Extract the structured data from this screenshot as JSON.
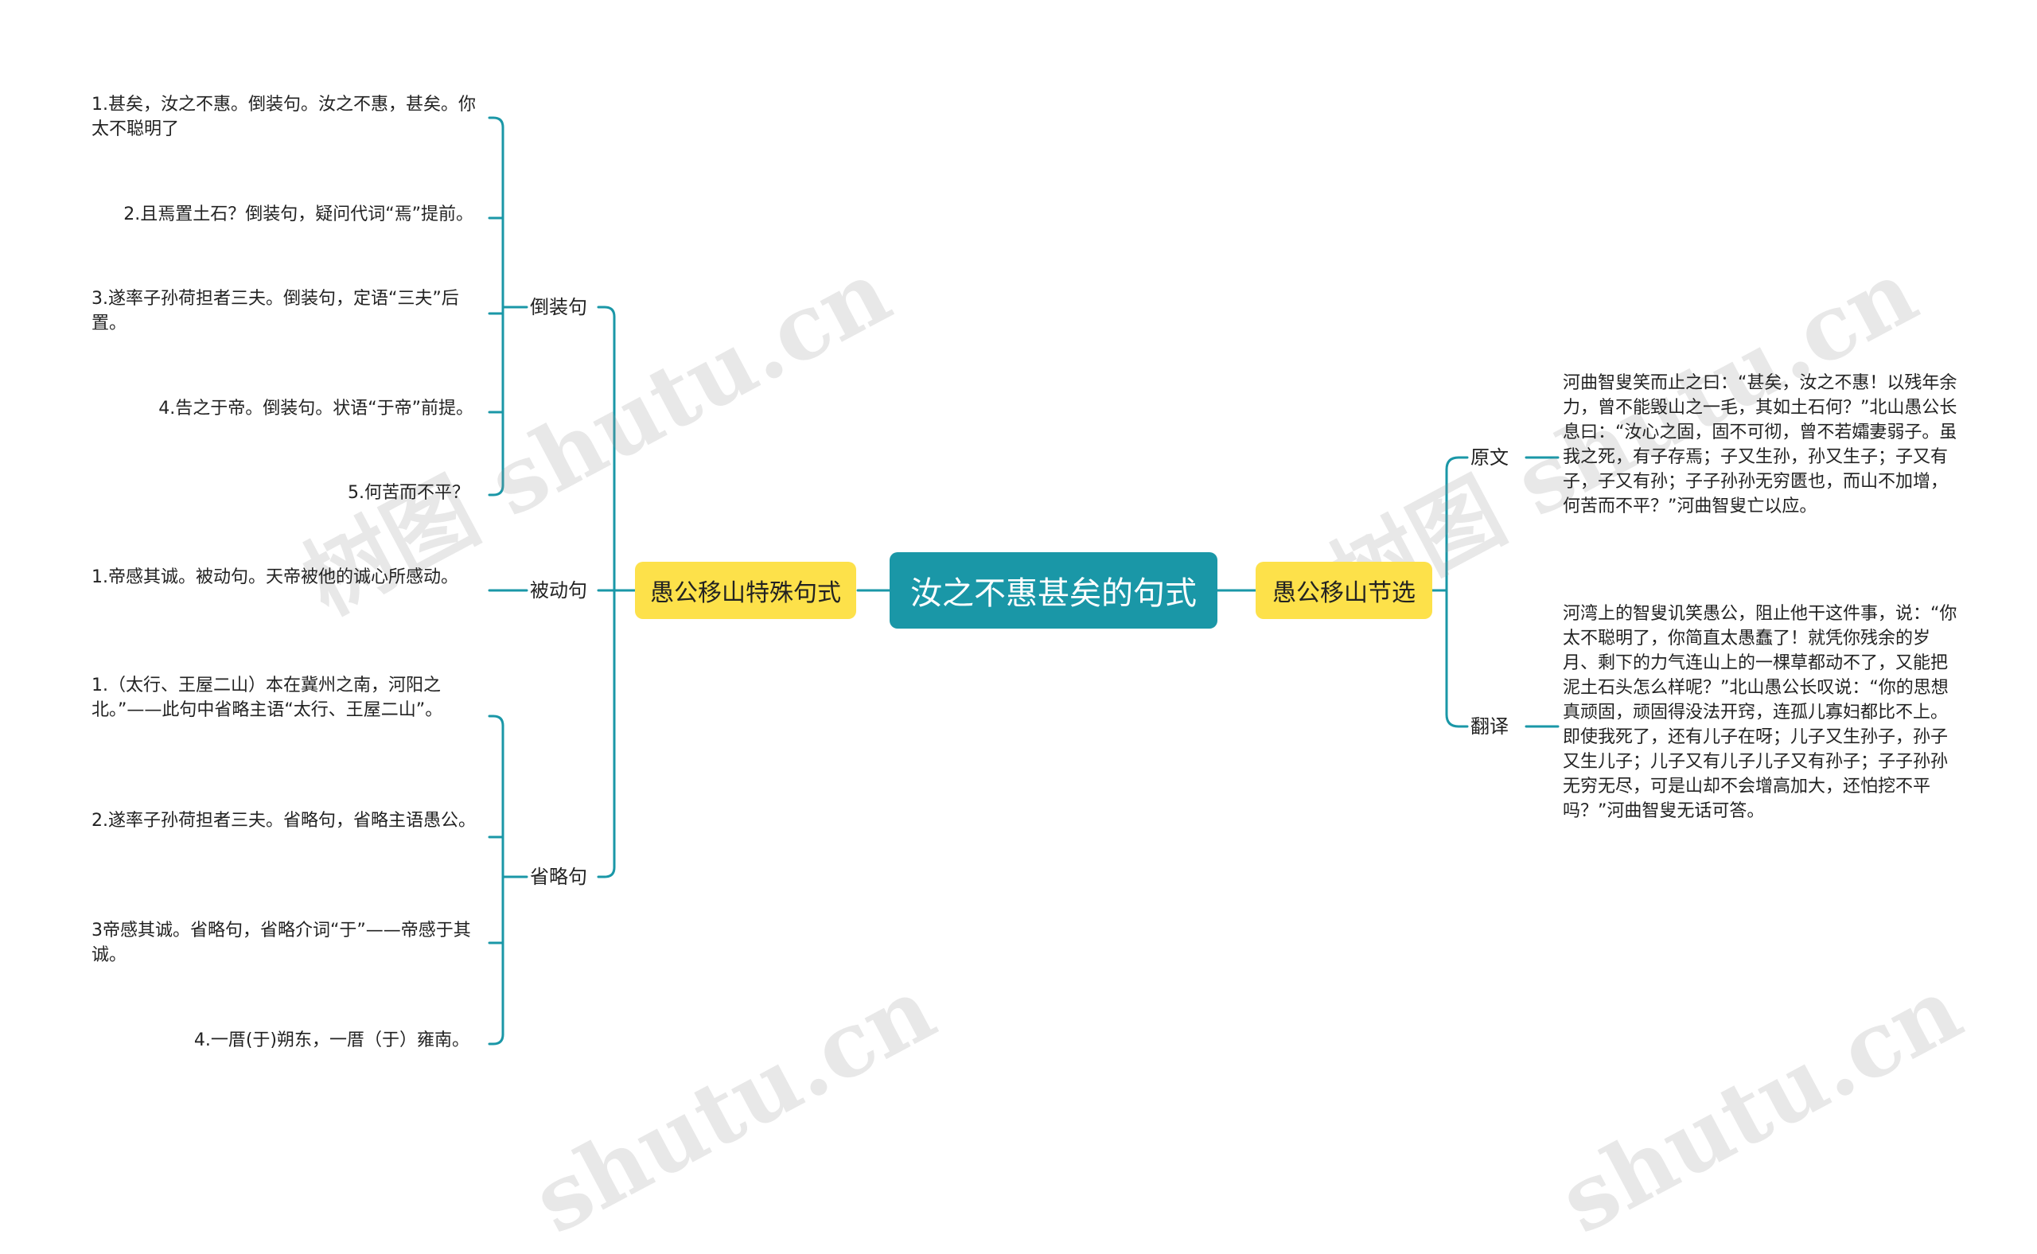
{
  "root": {
    "label": "汝之不惠甚矣的句式"
  },
  "left_main": {
    "label": "愚公移山特殊句式"
  },
  "right_main": {
    "label": "愚公移山节选"
  },
  "left_groups": [
    {
      "label": "倒装句",
      "items": [
        "1.甚矣，汝之不惠。倒装句。汝之不惠，甚矣。你太不聪明了",
        "2.且焉置土石？倒装句，疑问代词“焉”提前。",
        "3.遂率子孙荷担者三夫。倒装句，定语“三夫”后置。",
        "4.告之于帝。倒装句。状语“于帝”前提。",
        "5.何苦而不平？"
      ]
    },
    {
      "label": "被动句",
      "items": [
        "1.帝感其诚。被动句。天帝被他的诚心所感动。"
      ]
    },
    {
      "label": "省略句",
      "items": [
        "1.（太行、王屋二山）本在冀州之南，河阳之北。”——此句中省略主语“太行、王屋二山”。",
        "2.遂率子孙荷担者三夫。省略句，省略主语愚公。",
        "3帝感其诚。省略句，省略介词“于”——帝感于其诚。",
        "4.一厝(于)朔东，一厝（于）雍南。"
      ]
    }
  ],
  "right_groups": [
    {
      "label": "原文",
      "text": "河曲智叟笑而止之曰：“甚矣，汝之不惠！以残年余力，曾不能毁山之一毛，其如土石何？”北山愚公长息曰：“汝心之固，固不可彻，曾不若孀妻弱子。虽我之死，有子存焉；子又生孙，孙又生子；子又有子，子又有孙；子子孙孙无穷匮也，而山不加增，何苦而不平？”河曲智叟亡以应。"
    },
    {
      "label": "翻译",
      "text": "河湾上的智叟讥笑愚公，阻止他干这件事，说：“你太不聪明了，你简直太愚蠢了！就凭你残余的岁月、剩下的力气连山上的一棵草都动不了，又能把泥土石头怎么样呢？”北山愚公长叹说：“你的思想真顽固，顽固得没法开窍，连孤儿寡妇都比不上。即使我死了，还有儿子在呀；儿子又生孙子，孙子又生儿子；儿子又有儿子儿子又有孙子；子子孙孙无穷无尽，可是山却不会增高加大，还怕挖不平吗？”河曲智叟无话可答。"
    }
  ],
  "watermarks": [
    "树图 shutu.cn",
    "树图 shutu.cn",
    "shutu.cn",
    "shutu.cn"
  ],
  "colors": {
    "root_bg": "#1a97a7",
    "main_bg": "#fde14a",
    "connector": "#1a97a7",
    "text": "#222222"
  }
}
